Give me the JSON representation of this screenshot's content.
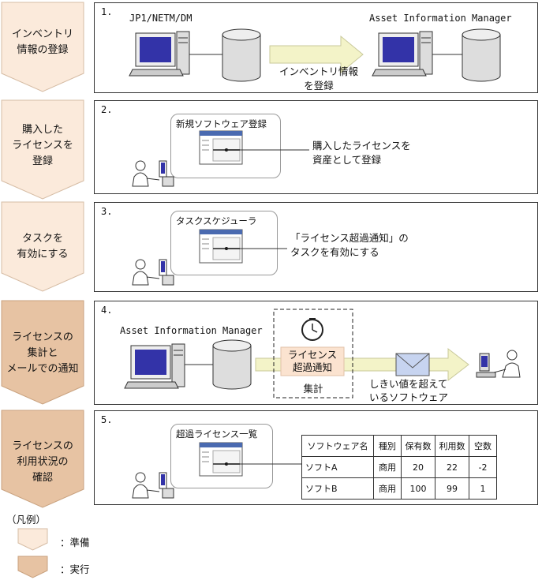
{
  "colors": {
    "prepare": "#fbeadb",
    "execute": "#e7c3a3",
    "arrow": "#f3f3c8",
    "highlight": "#fbe3d0"
  },
  "steps": [
    {
      "label": "インベントリ\n情報の登録",
      "type": "prepare"
    },
    {
      "label": "購入した\nライセンスを\n登録",
      "type": "prepare"
    },
    {
      "label": "タスクを\n有効にする",
      "type": "prepare"
    },
    {
      "label": "ライセンスの\n集計と\nメールでの通知",
      "type": "execute"
    },
    {
      "label": "ライセンスの\n利用状況の\n確認",
      "type": "execute"
    }
  ],
  "panel1": {
    "num": "1.",
    "left_title": "JP1/NETM/DM",
    "right_title": "Asset Information Manager",
    "arrow_text": "インベントリ情報\nを登録"
  },
  "panel2": {
    "num": "2.",
    "window_title": "新規ソフトウェア登録",
    "text": "購入したライセンスを\n資産として登録"
  },
  "panel3": {
    "num": "3.",
    "window_title": "タスクスケジューラ",
    "text": "「ライセンス超過通知」の\nタスクを有効にする"
  },
  "panel4": {
    "num": "4.",
    "title": "Asset Information Manager",
    "notice": "ライセンス\n超過通知",
    "aggregate": "集計",
    "mail_text": "しきい値を超えて\nいるソフトウェア"
  },
  "panel5": {
    "num": "5.",
    "window_title": "超過ライセンス一覧",
    "table": {
      "headers": [
        "ソフトウェア名",
        "種別",
        "保有数",
        "利用数",
        "空数"
      ],
      "rows": [
        [
          "ソフトA",
          "商用",
          "20",
          "22",
          "-2"
        ],
        [
          "ソフトB",
          "商用",
          "100",
          "99",
          "1"
        ]
      ]
    }
  },
  "legend": {
    "title": "（凡例）",
    "items": [
      {
        "label": "：準備",
        "type": "prepare"
      },
      {
        "label": "：実行",
        "type": "execute"
      }
    ]
  },
  "icons": [
    "computer-icon",
    "database-icon",
    "person-at-computer-icon",
    "window-icon",
    "clock-icon",
    "envelope-icon",
    "arrow-icon"
  ]
}
